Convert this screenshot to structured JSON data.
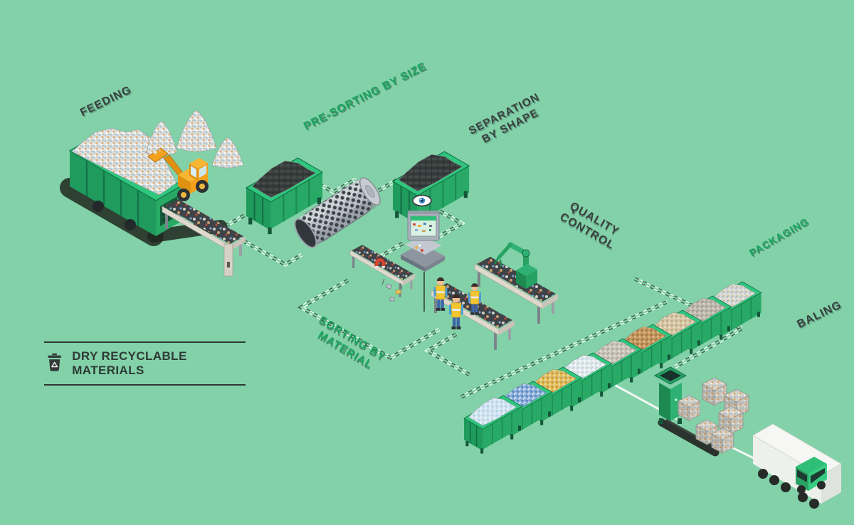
{
  "title": "Dry recyclable materials recovery process",
  "background_color": "#82d1a8",
  "stages": [
    {
      "id": "feeding",
      "label": "FEEDING",
      "style": "dark"
    },
    {
      "id": "pre_sorting",
      "label": "PRE-SORTING BY SIZE",
      "style": "green"
    },
    {
      "id": "separation",
      "label": "SEPARATION\nBY SHAPE",
      "style": "dark"
    },
    {
      "id": "sorting",
      "label": "SORTING BY MATERIAL",
      "style": "green"
    },
    {
      "id": "quality",
      "label": "QUALITY CONTROL",
      "style": "dark"
    },
    {
      "id": "packaging",
      "label": "PACKAGING",
      "style": "green"
    },
    {
      "id": "baling",
      "label": "BALING",
      "style": "dark"
    }
  ],
  "legend": {
    "icon": "trash-bin-recycle-icon",
    "label": "DRY RECYCLABLE MATERIALS"
  },
  "colors": {
    "background": "#82d1a8",
    "label_dark": "#39403f",
    "label_green": "#1aa65e",
    "equipment_green_bright": "#2fc67d",
    "equipment_green": "#28aa66",
    "equipment_green_dark": "#1f9b5d",
    "loader_orange": "#f7b733",
    "conveyor_frame": "#ded8cd",
    "belt_dark": "#3e4347",
    "machine_grey": "#aab2bc",
    "magnet_red": "#d64533",
    "vest_yellow": "#f3c52e",
    "trailer_white": "#f6f7f4",
    "route_dash_light": "#f1fcf5",
    "route_dash_dark": "#3e5a4d"
  },
  "materials_in_bins": [
    {
      "name": "plastic-film",
      "color": "#cfe2ef"
    },
    {
      "name": "pet-bottles",
      "color": "#86abd8"
    },
    {
      "name": "metal-cans",
      "color": "#e3bd59"
    },
    {
      "name": "clear-plastic",
      "color": "#e2eaee"
    },
    {
      "name": "grey-paper",
      "color": "#cdc6ba"
    },
    {
      "name": "cardboard",
      "color": "#c79a63"
    },
    {
      "name": "tan-paper",
      "color": "#d6c6a6"
    },
    {
      "name": "mixed-grey",
      "color": "#c2bbaf"
    },
    {
      "name": "mixed-light",
      "color": "#d6d9d2"
    }
  ]
}
